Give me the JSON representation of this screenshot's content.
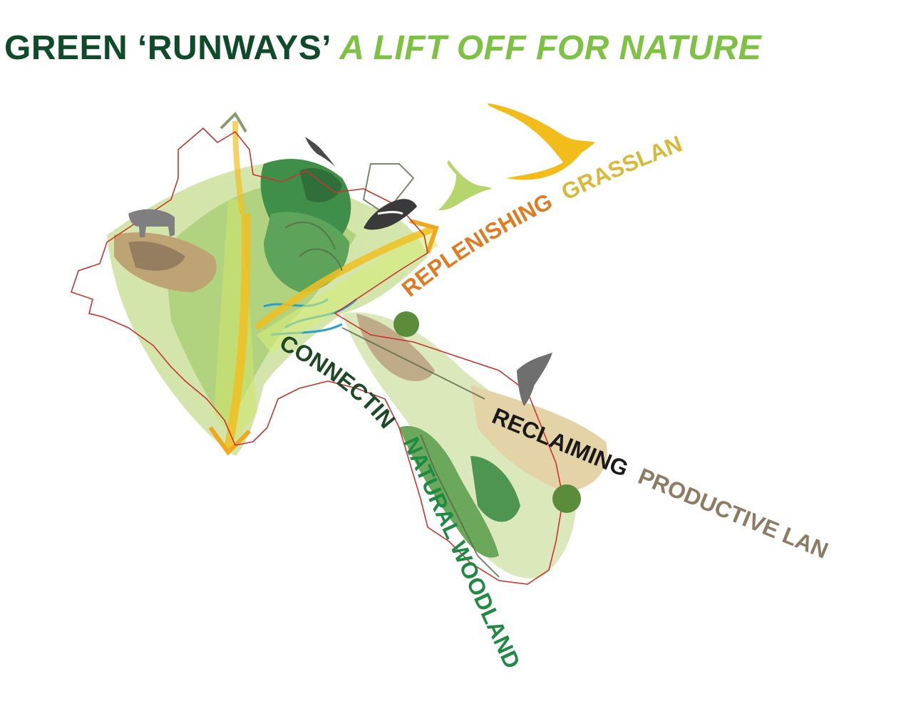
{
  "headline": {
    "main": "GREEN ‘RUNWAYS’",
    "sub": "A LIFT OFF FOR NATURE"
  },
  "themes": [
    {
      "id": "grasslands",
      "verb": "REPLENISHING",
      "object": "GRASSLANDS",
      "verb_color": "#e07b22",
      "object_color": "#d8b93a"
    },
    {
      "id": "woodlands",
      "verb": "CONNECTING",
      "object": "NATURAL WOODLANDS",
      "verb_color": "#1d4a24",
      "object_color": "#1f8a43"
    },
    {
      "id": "productive",
      "verb": "RECLAIMING",
      "object": "PRODUCTIVE LAND",
      "verb_color": "#1a1a1a",
      "object_color": "#8e7b63"
    }
  ],
  "illustration_elements": [
    "cow-icon",
    "gull-icon",
    "lapwing-icon",
    "green-bird-icon",
    "yellow-bird-icon",
    "heron-icon",
    "tree-icon"
  ],
  "colors": {
    "dark_green": "#0f4a2a",
    "light_green": "#7dc242",
    "site_boundary": "#c6352f",
    "runway_yellow": "#f0c020"
  }
}
